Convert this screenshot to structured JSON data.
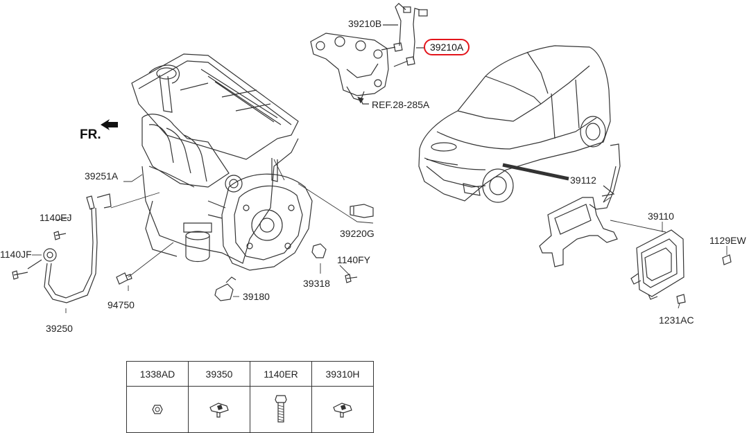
{
  "labels": {
    "p39210B": "39210B",
    "p39210A": "39210A",
    "ref": "REF.28-285A",
    "fr": "FR.",
    "p39251A": "39251A",
    "p1140EJ": "1140EJ",
    "p1140JF": "1140JF",
    "p39250": "39250",
    "p94750": "94750",
    "p39220G": "39220G",
    "p1140FY": "1140FY",
    "p39318": "39318",
    "p39180": "39180",
    "p39112": "39112",
    "p39110": "39110",
    "p1129EW": "1129EW",
    "p1231AC": "1231AC"
  },
  "parts_table": {
    "headers": [
      "1338AD",
      "39350",
      "1140ER",
      "39310H"
    ],
    "icons": [
      "nut-icon",
      "sensor-icon",
      "bolt-icon",
      "sensor-icon"
    ]
  },
  "colors": {
    "highlight": "#e3141b",
    "line": "#333333"
  }
}
